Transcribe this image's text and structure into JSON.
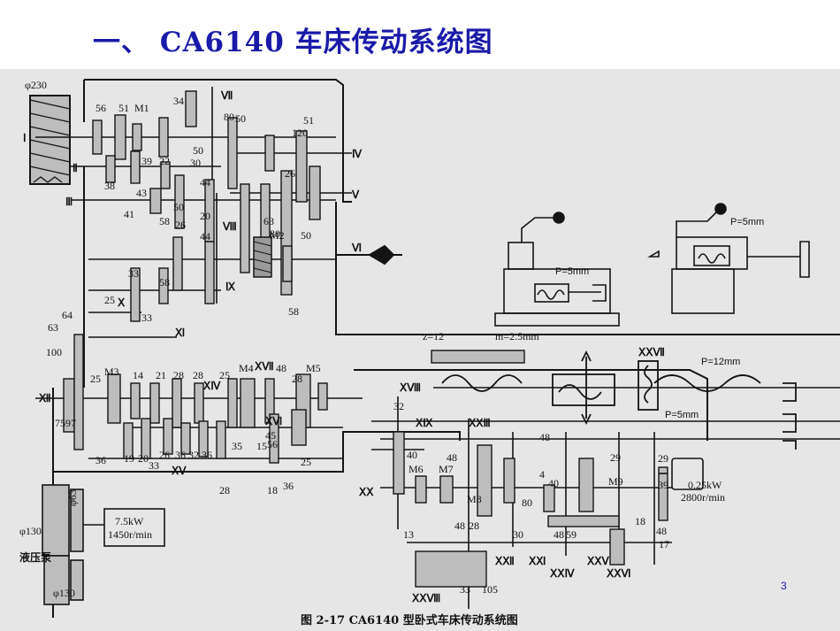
{
  "title": "一、 CA6140 车床传动系统图",
  "page_number": "3",
  "caption": "图 2-17   CA6140 型卧式车床传动系统图",
  "colors": {
    "title": "#1a1aa8",
    "diagram_bg": "#e6e6e6",
    "line": "#141414",
    "gear": "#bdbdbd"
  },
  "shaft_labels": [
    "Ⅰ",
    "Ⅱ",
    "Ⅲ",
    "Ⅳ",
    "Ⅴ",
    "Ⅵ",
    "Ⅶ",
    "Ⅷ",
    "Ⅸ",
    "Ⅹ",
    "Ⅺ",
    "Ⅻ",
    "ⅩⅣ",
    "ⅩⅤ",
    "ⅩⅥ",
    "ⅩⅦ",
    "ⅩⅧ",
    "ⅩⅨ",
    "ⅩⅩ",
    "ⅩⅪ",
    "ⅩⅫ",
    "ⅩⅩⅢ",
    "ⅩⅩⅣ",
    "ⅩⅩⅤ",
    "ⅩⅩⅥ",
    "ⅩⅩⅦ",
    "ⅩⅩⅧ"
  ],
  "clutch_labels": [
    "M1",
    "M2",
    "M3",
    "M4",
    "M5",
    "M6",
    "M7",
    "M8",
    "M9"
  ],
  "gear_numbers": [
    "56",
    "51",
    "34",
    "80",
    "50",
    "51",
    "120",
    "39",
    "22",
    "50",
    "30",
    "38",
    "43",
    "44",
    "26",
    "41",
    "50",
    "58",
    "26",
    "20",
    "44",
    "63",
    "80",
    "50",
    "58",
    "33",
    "58",
    "25",
    "33",
    "64",
    "63",
    "100",
    "25",
    "14",
    "21",
    "28",
    "28",
    "25",
    "48",
    "28",
    "7597",
    "36",
    "19",
    "20",
    "33",
    "26",
    "36",
    "32",
    "36",
    "35",
    "15",
    "45",
    "56",
    "25",
    "28",
    "18",
    "36",
    "32",
    "40",
    "48",
    "48",
    "29",
    "4",
    "40",
    "80",
    "48",
    "28",
    "30",
    "48",
    "59",
    "18",
    "48",
    "17",
    "13",
    "29",
    "39",
    "33",
    "105"
  ],
  "misc_labels": {
    "pulley": "φ230",
    "pump_pulley_a": "φ63",
    "pump_pulley_b": "φ130",
    "pump_pulley_c": "φ130",
    "pump": "液压泵",
    "main_motor": "7.5kW",
    "main_motor_speed": "1450r/min",
    "rapid_motor": "0.25kW",
    "rapid_motor_speed": "2800r/min",
    "rack_z": "z=12",
    "rack_m": "m=2.5mm",
    "lead_5a": "P=5mm",
    "lead_5b": "P=5mm",
    "lead_5c": "P=5mm",
    "lead_12": "P=12mm"
  }
}
